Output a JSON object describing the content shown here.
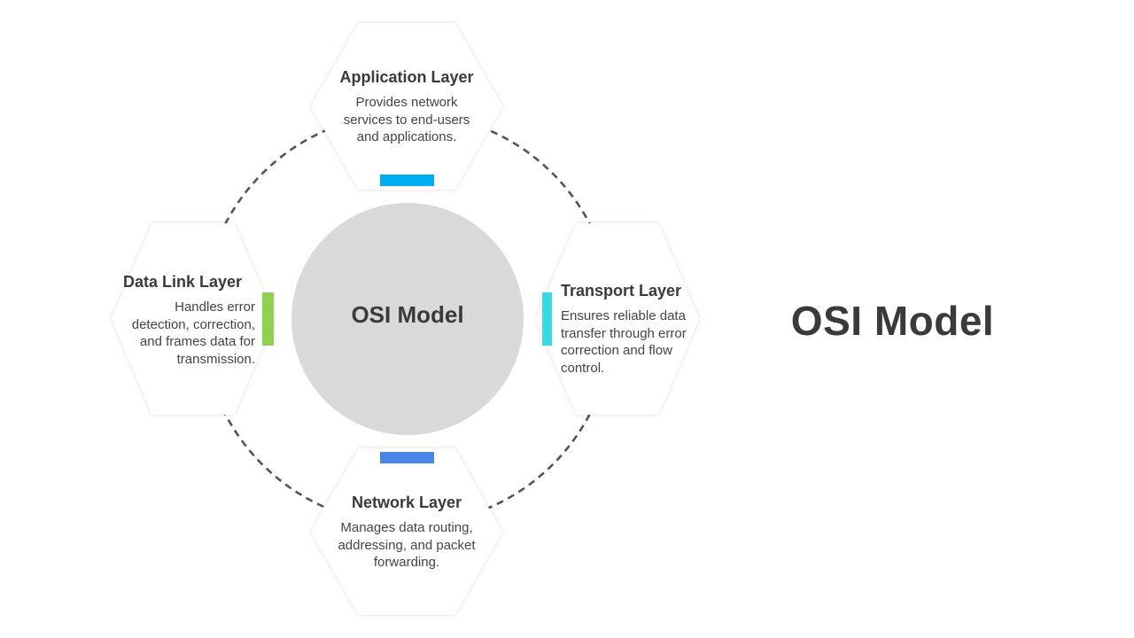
{
  "title": "OSI Model",
  "center_label": "OSI Model",
  "layers": {
    "application": {
      "title": "Application Layer",
      "description": "Provides network services to end-users and applications.",
      "accent": "#00aeef"
    },
    "transport": {
      "title": "Transport Layer",
      "description": "Ensures reliable data transfer through error correction and flow control.",
      "accent": "#3dd9e0"
    },
    "network": {
      "title": "Network Layer",
      "description": "Manages data routing, addressing, and packet forwarding.",
      "accent": "#4a86e8"
    },
    "data_link": {
      "title": "Data Link Layer",
      "description": "Handles error detection, correction, and frames data for transmission.",
      "accent": "#8fd14f"
    }
  },
  "colors": {
    "center_circle": "#d9d9d9",
    "ring": "#555555",
    "hexagon_fill": "#ffffff",
    "text": "#3a3a3a"
  }
}
